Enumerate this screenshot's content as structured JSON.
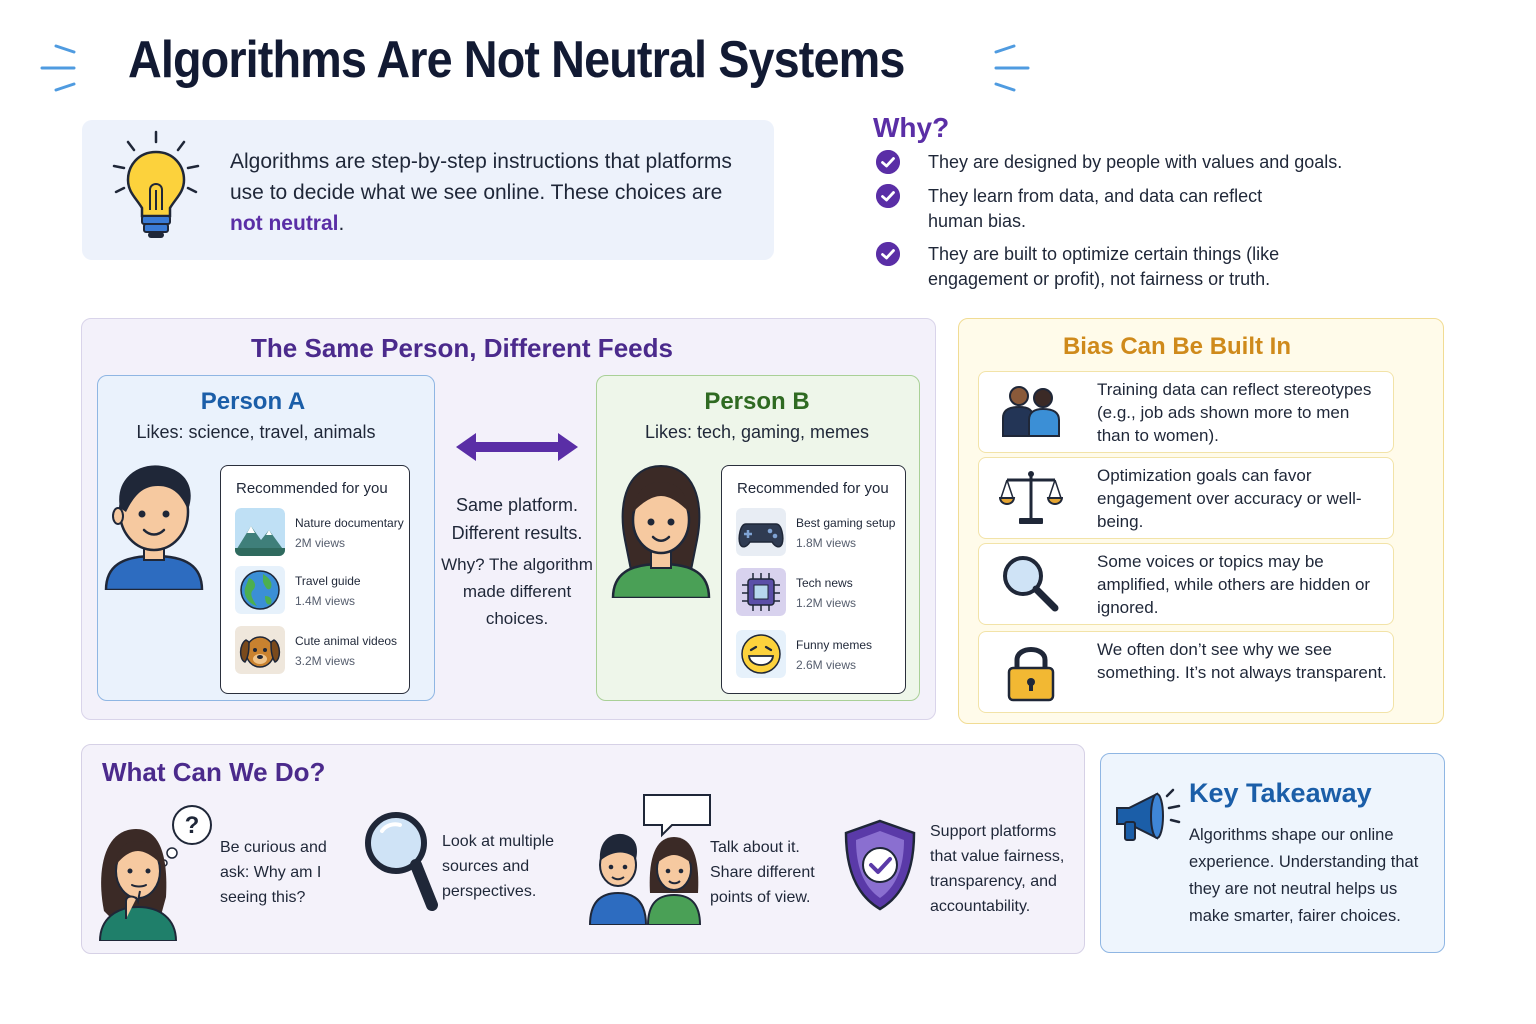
{
  "title": "Algorithms Are Not Neutral Systems",
  "intro": {
    "text_before": "Algorithms are step-by-step instructions that platforms use to decide what we see online. These choices are ",
    "highlight": "not neutral",
    "text_after": ".",
    "icon": "lightbulb-icon"
  },
  "why": {
    "title": "Why?",
    "items": [
      "They are designed by people with values and goals.",
      "They learn from data, and data can reflect human bias.",
      "They are built to optimize certain things (like engagement or profit), not fairness or truth."
    ]
  },
  "feeds": {
    "title": "The Same Person, Different Feeds",
    "person_a": {
      "name": "Person A",
      "likes": "Likes: science, travel, animals",
      "rec_header": "Recommended for you",
      "items": [
        {
          "title": "Nature documentary",
          "views": "2M views",
          "icon": "mountain-icon"
        },
        {
          "title": "Travel guide",
          "views": "1.4M views",
          "icon": "globe-icon"
        },
        {
          "title": "Cute animal videos",
          "views": "3.2M views",
          "icon": "dog-icon"
        }
      ]
    },
    "person_b": {
      "name": "Person B",
      "likes": "Likes: tech, gaming, memes",
      "rec_header": "Recommended for you",
      "items": [
        {
          "title": "Best gaming setup",
          "views": "1.8M views",
          "icon": "gamepad-icon"
        },
        {
          "title": "Tech news",
          "views": "1.2M views",
          "icon": "chip-icon"
        },
        {
          "title": "Funny memes",
          "views": "2.6M views",
          "icon": "laughing-emoji-icon"
        }
      ]
    },
    "middle_main": "Same platform. Different results.",
    "middle_sub": "Why? The algorithm made different choices."
  },
  "bias": {
    "title": "Bias Can Be Built In",
    "items": [
      {
        "text": "Training data can reflect stereotypes (e.g., job ads shown more to men than to women).",
        "icon": "people-icon"
      },
      {
        "text": "Optimization goals can favor engagement over accuracy or well-being.",
        "icon": "scales-icon"
      },
      {
        "text": "Some voices or topics may be amplified, while others are hidden or ignored.",
        "icon": "magnifier-icon"
      },
      {
        "text": "We often don’t see why we see something. It’s not always transparent.",
        "icon": "lock-icon"
      }
    ]
  },
  "todo": {
    "title": "What Can We Do?",
    "items": [
      {
        "text": "Be curious and ask: Why am I seeing this?",
        "icon": "thinking-person-icon"
      },
      {
        "text": "Look at multiple sources and perspectives.",
        "icon": "magnifier-icon"
      },
      {
        "text": "Talk about it. Share different points of view.",
        "icon": "conversation-icon"
      },
      {
        "text": "Support platforms that value fairness, transparency, and accountability.",
        "icon": "shield-check-icon"
      }
    ]
  },
  "takeaway": {
    "title": "Key Takeaway",
    "text": "Algorithms shape our online experience. Understanding that they are not neutral helps us make smarter, fairer choices.",
    "icon": "megaphone-icon"
  },
  "colors": {
    "purple": "#5a2ea6",
    "blue": "#1b5ea8",
    "green": "#2f6a22",
    "orange": "#cf8a1b"
  }
}
